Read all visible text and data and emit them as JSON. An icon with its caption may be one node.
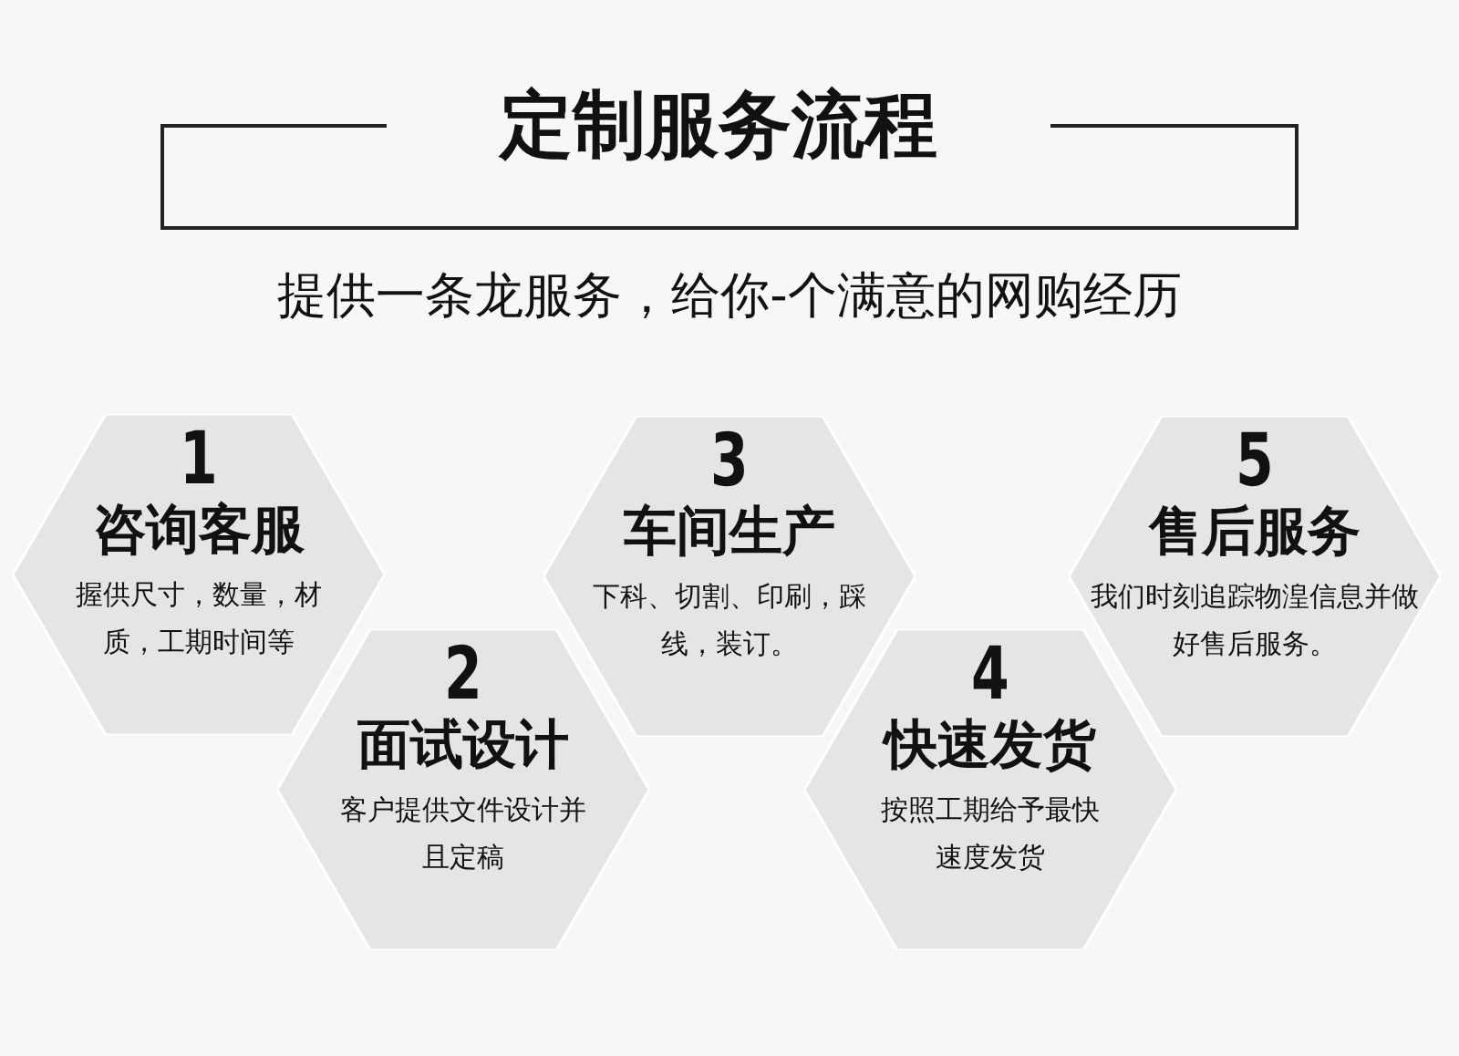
{
  "diagram": {
    "title": "定制服务流程",
    "nodes": [
      {
        "text": [
          "1",
          "咨询客服",
          "握供尺寸，数量，材质，工期时间等"
        ]
      },
      {
        "text": [
          "2",
          "面试设计",
          "客户提供文件设计并且定稿"
        ]
      },
      {
        "text": [
          "3",
          "车间生产",
          "下科、切割、印刷，踩线，装订。"
        ]
      },
      {
        "text": [
          "4",
          "快速发货",
          "按照工期给予最快速度发货"
        ]
      },
      {
        "text": [
          "5",
          "售后服务",
          "我们时刻追踪物湟信息并做好售后服务。"
        ]
      }
    ],
    "labels": [
      "提供一条龙服务，给你-个满意的网购经历"
    ]
  }
}
